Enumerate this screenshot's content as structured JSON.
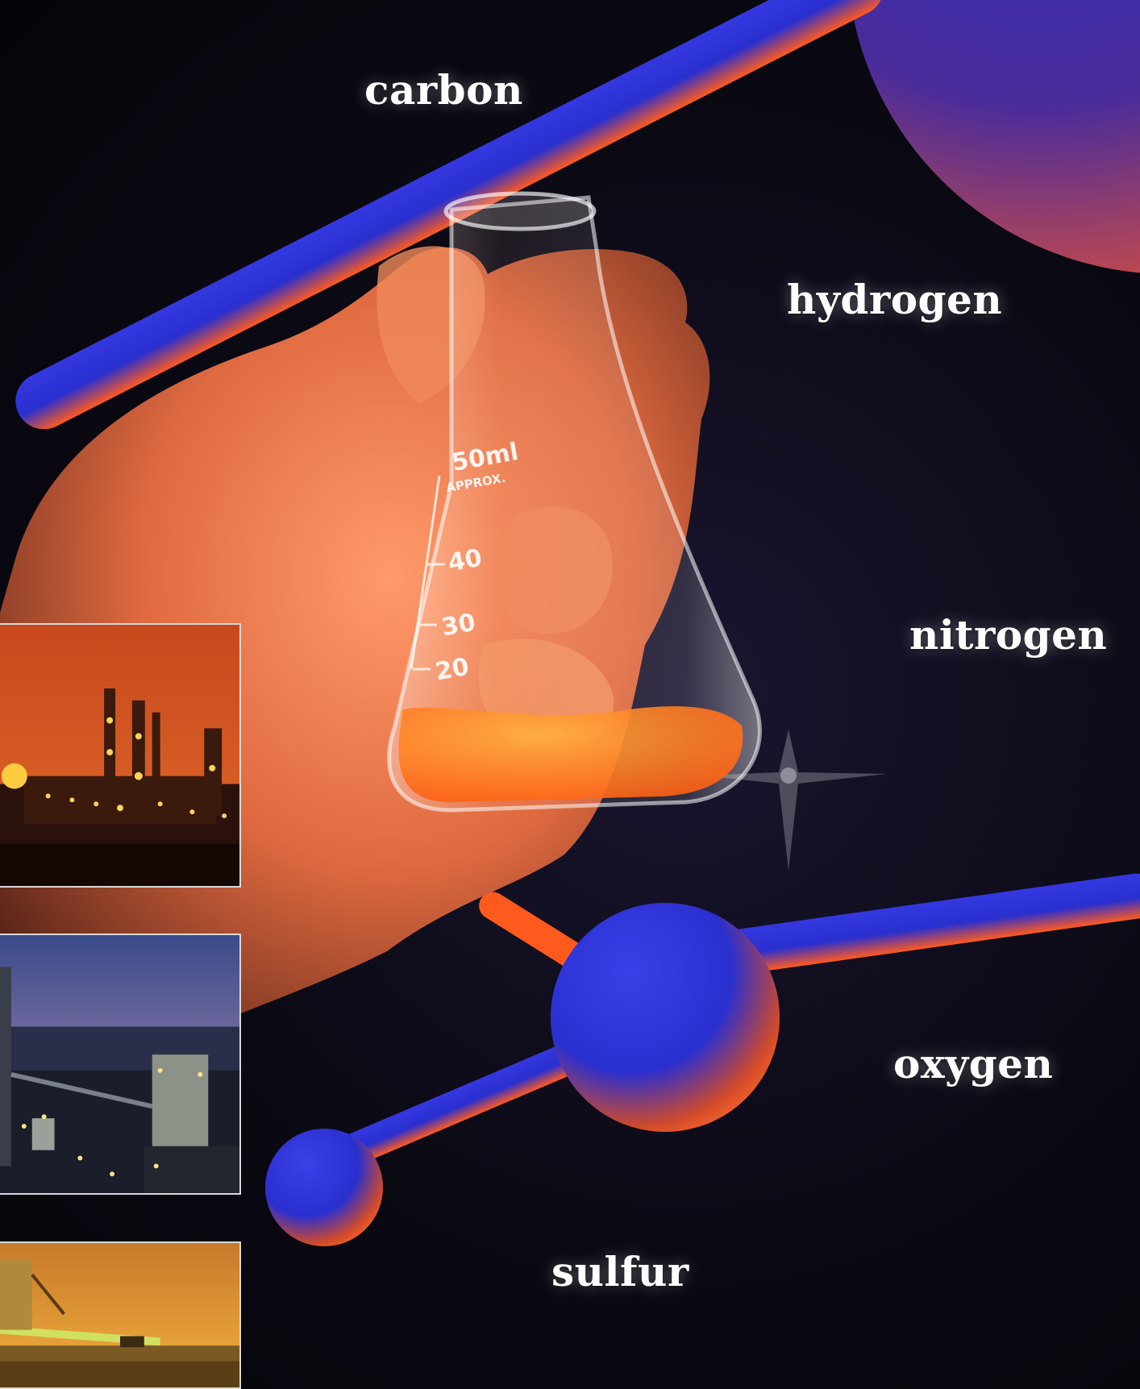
{
  "elements": {
    "carbon": "carbon",
    "hydrogen": "hydrogen",
    "nitrogen": "nitrogen",
    "oxygen": "oxygen",
    "sulfur": "sulfur"
  },
  "flask": {
    "volume": "50ml",
    "approx": "APPROX.",
    "marks": [
      "40",
      "30",
      "20"
    ]
  },
  "photos": [
    {
      "icon": "refinery-night-photo"
    },
    {
      "icon": "processing-plant-dusk-photo"
    },
    {
      "icon": "conveyor-field-sunset-photo"
    }
  ],
  "colors": {
    "background": "#0b0a14",
    "molecule_blue": "#2a2fcf",
    "molecule_orange": "#ff5a1e",
    "label_text": "#ffffff"
  }
}
